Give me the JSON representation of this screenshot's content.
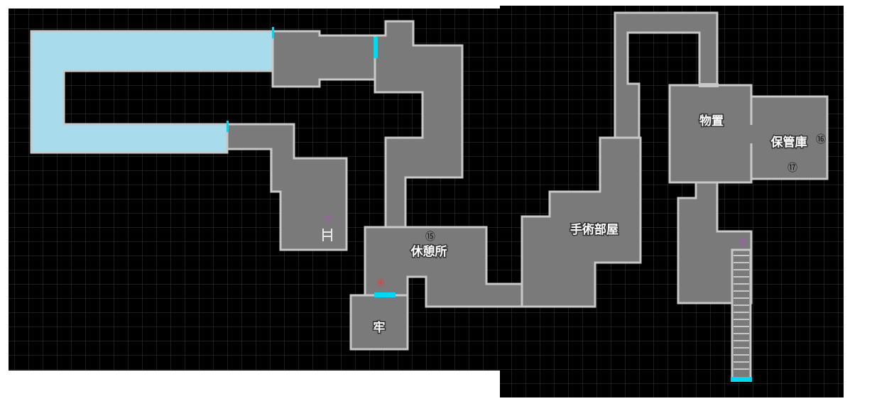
{
  "colors": {
    "background": "#000000",
    "grid": "#3a3a3a",
    "floor": "#7a7a7a",
    "wall": "#c8c8c8",
    "door": "#00d8f0",
    "water": "#a8dcec",
    "marker_red": "#ff3030",
    "marker_purple": "#b050c0",
    "marker_dark": "#101010"
  },
  "rooms": {
    "rest_area": "休憩所",
    "cell": "牢",
    "operating_room": "手術部屋",
    "storeroom": "物置",
    "storage": "保管庫"
  },
  "markers": {
    "m1": "①",
    "m2": "②",
    "m4": "④",
    "m15": "⑮",
    "m16": "⑯",
    "m17": "⑰"
  }
}
